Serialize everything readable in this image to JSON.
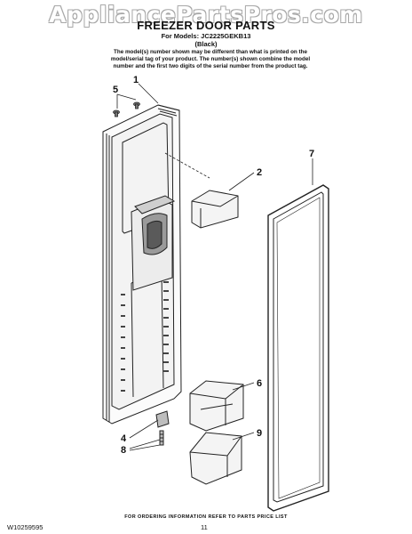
{
  "watermark": "AppliancePartsPros.com",
  "header": {
    "title": "FREEZER DOOR PARTS",
    "models_line": "For Models: JC2225GEKB13",
    "color_line": "(Black)"
  },
  "note": {
    "line1": "The model(s) number shown may be different than what is printed on the",
    "line2": "model/serial tag of your product. The number(s) shown combine the model",
    "line3": "number and the first two digits of the serial number from the product tag."
  },
  "callouts": {
    "part1": "1",
    "part2": "2",
    "part4": "4",
    "part5": "5",
    "part6": "6",
    "part7": "7",
    "part8": "8",
    "part9": "9"
  },
  "footer": {
    "ordering_info": "FOR ORDERING INFORMATION REFER TO PARTS PRICE LIST",
    "doc_id": "W10259595",
    "page_number": "11"
  }
}
